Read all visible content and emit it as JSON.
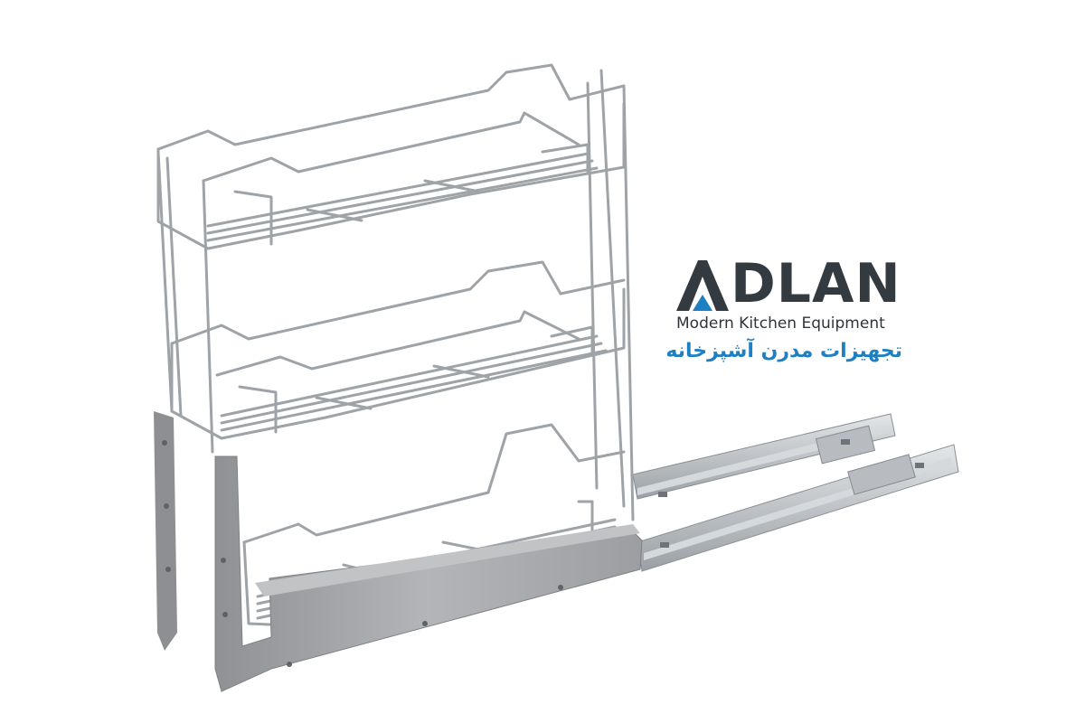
{
  "brand": {
    "name_rest": "DLAN",
    "tagline": "Modern Kitchen Equipment",
    "tagline_fa": "تجهیزات مدرن آشپزخانه"
  },
  "colors": {
    "text_dark": "#333a40",
    "accent_blue": "#1e7fc2",
    "chrome": "#9ea3a8",
    "panel_gray": "#a5a7aa",
    "rail_silver": "#c9ccd0",
    "background": "#ffffff"
  },
  "product": {
    "shelf_count": 3
  }
}
